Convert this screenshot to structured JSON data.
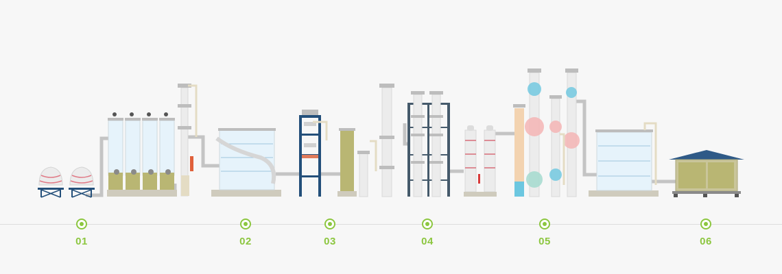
{
  "steps": [
    {
      "label": "01"
    },
    {
      "label": "02"
    },
    {
      "label": "03"
    },
    {
      "label": "04"
    },
    {
      "label": "05"
    },
    {
      "label": "06"
    }
  ],
  "colors": {
    "accent": "#8cc63f",
    "pipe": "#c4c4c4",
    "tank_fill": "#e6f3fb",
    "frame_blue": "#234f7a",
    "olive": "#b9b673",
    "base": "#cfcbbd",
    "roof": "#2f5a87"
  }
}
